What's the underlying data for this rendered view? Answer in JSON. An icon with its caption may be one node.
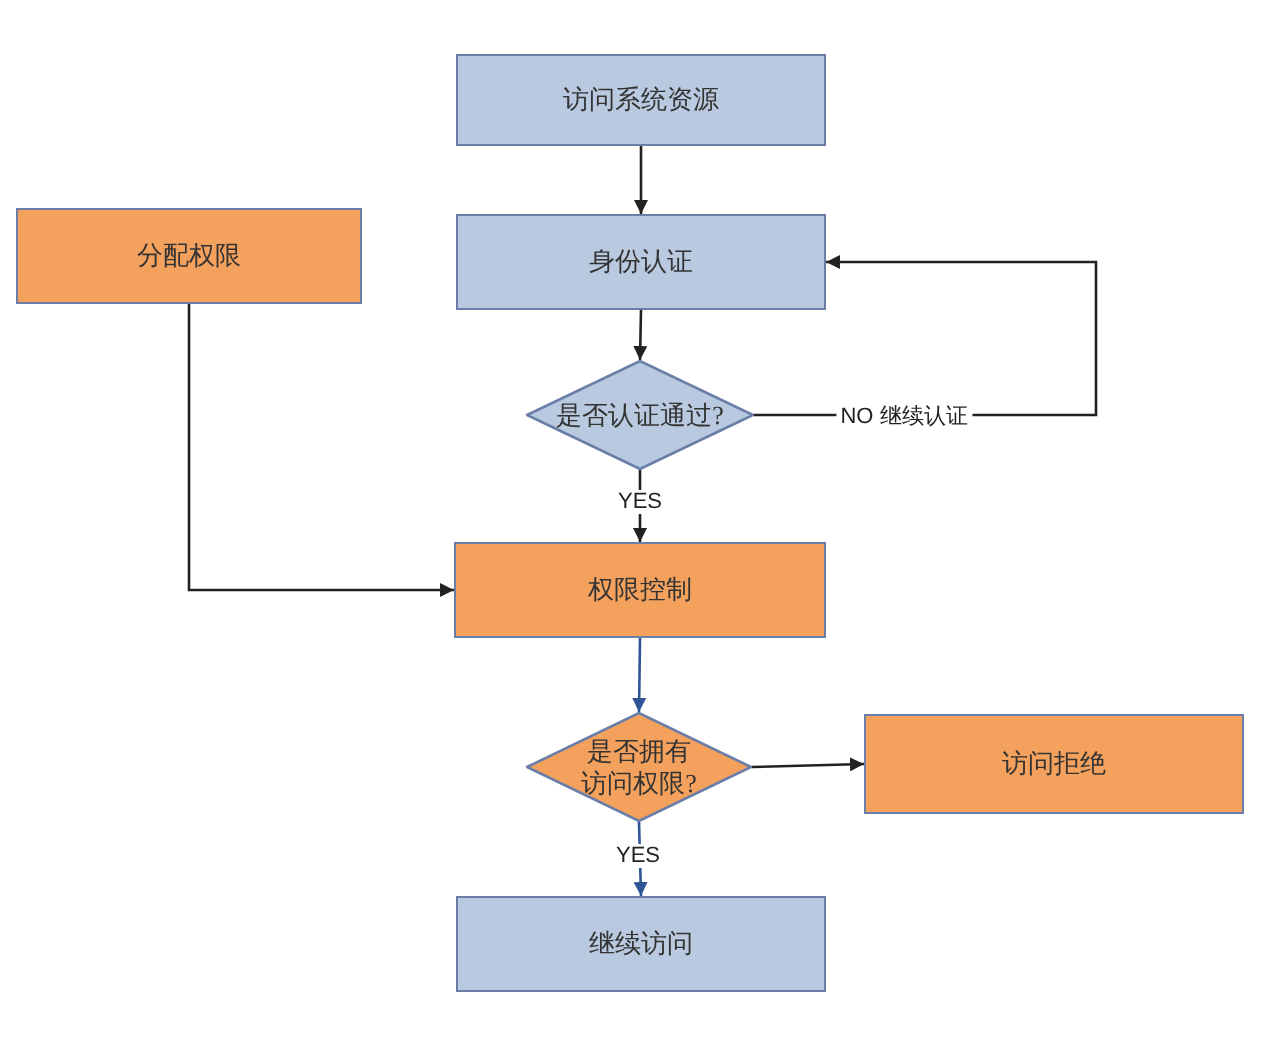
{
  "diagram": {
    "nodes": [
      {
        "text": [
          "访问系统资源"
        ]
      },
      {
        "text": [
          "身份认证"
        ]
      },
      {
        "text": [
          "是否认证通过?"
        ]
      },
      {
        "text": [
          "分配权限"
        ]
      },
      {
        "text": [
          "权限控制"
        ]
      },
      {
        "text": [
          "是否拥有访问权限?"
        ]
      },
      {
        "text": [
          "访问拒绝"
        ]
      },
      {
        "text": [
          "继续访问"
        ]
      }
    ],
    "edges": [
      {
        "from": 0,
        "to": 1,
        "arrow": "to"
      },
      {
        "from": 1,
        "to": 2,
        "arrow": "to"
      },
      {
        "from": 2,
        "to": 4,
        "arrow": "to",
        "label": "YES"
      },
      {
        "from": 2,
        "to": 1,
        "arrow": "to",
        "label": "NO 继续认证"
      },
      {
        "from": 3,
        "to": 4,
        "arrow": "to"
      },
      {
        "from": 4,
        "to": 5,
        "arrow": "to",
        "color": "#2f5597"
      },
      {
        "from": 5,
        "to": 6,
        "arrow": "to"
      },
      {
        "from": 5,
        "to": 7,
        "arrow": "to",
        "label": "YES",
        "color": "#2f5597"
      }
    ]
  }
}
